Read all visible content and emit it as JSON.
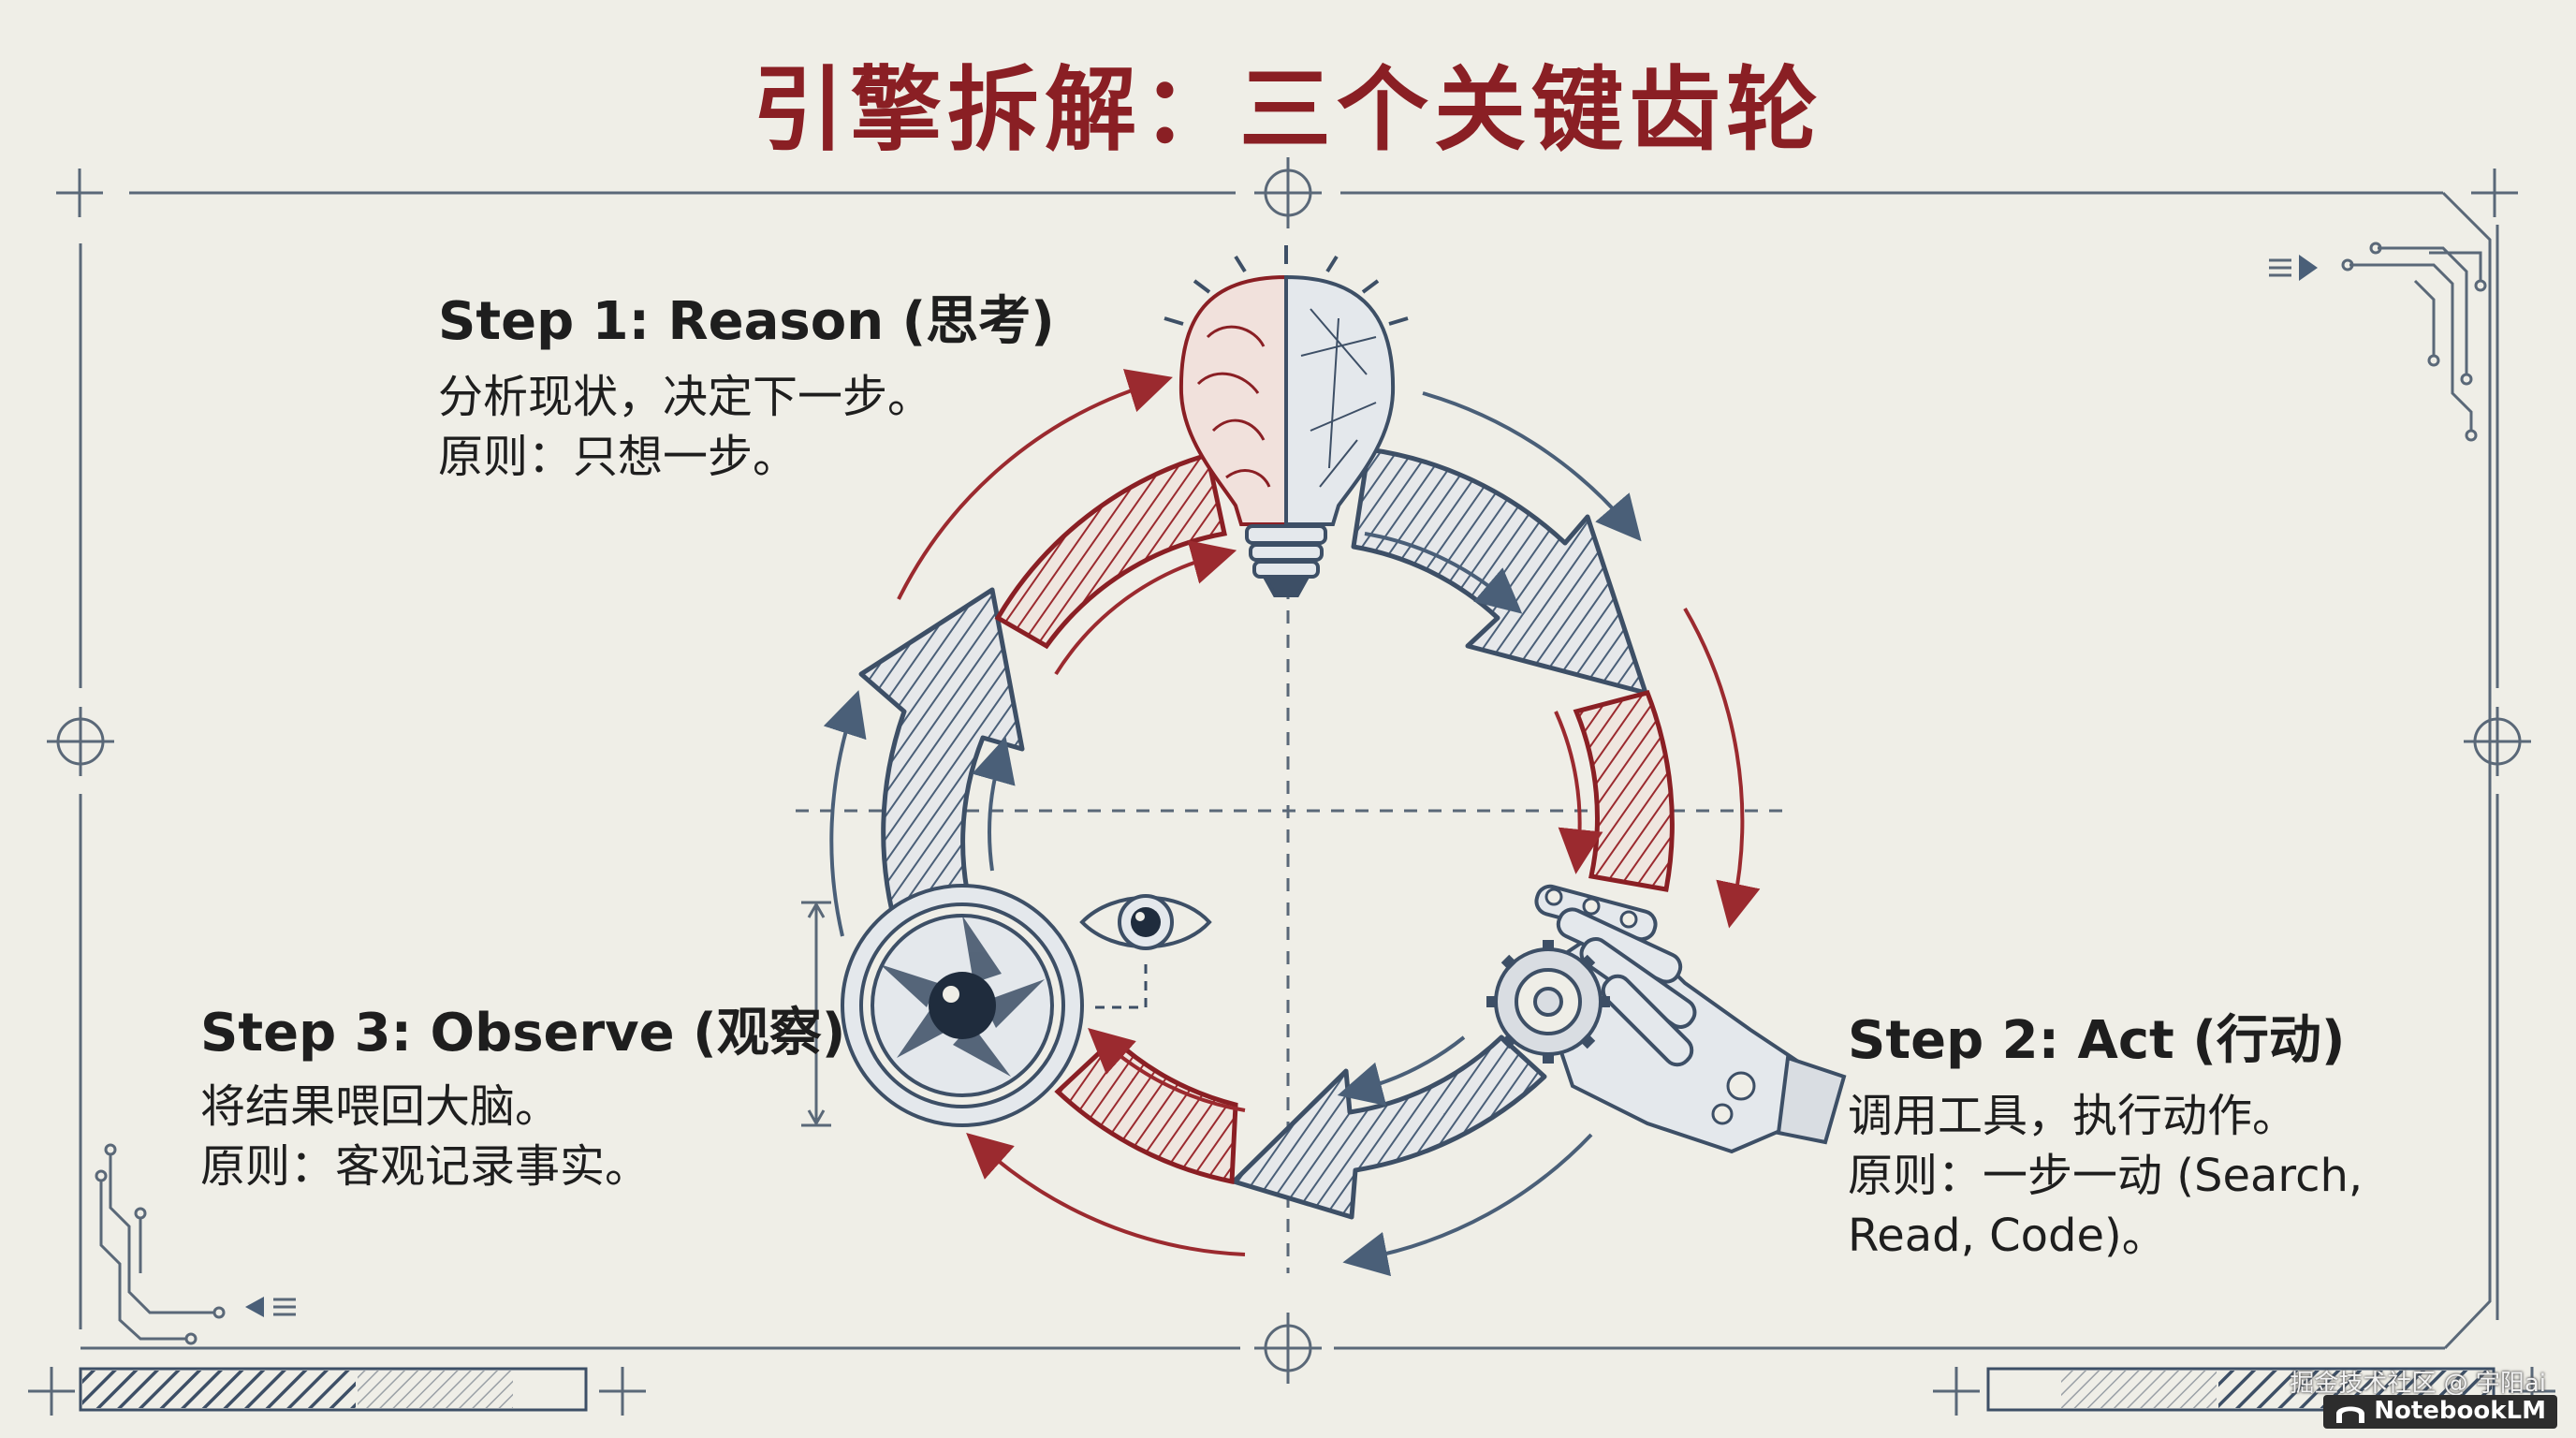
{
  "title": "引擎拆解：三个关键齿轮",
  "steps": [
    {
      "heading": "Step 1: Reason (思考)",
      "lines": [
        "分析现状，决定下一步。",
        "原则：只想一步。"
      ],
      "icon": "lightbulb-brain-icon"
    },
    {
      "heading": "Step 2: Act (行动)",
      "lines": [
        "调用工具，执行动作。",
        "原则：一步一动 (Search,",
        "Read, Code)。"
      ],
      "icon": "robot-hand-gear-icon"
    },
    {
      "heading": "Step 3: Observe (观察)",
      "lines": [
        "将结果喂回大脑。",
        "原则：客观记录事实。"
      ],
      "icon": "camera-aperture-eye-icon"
    }
  ],
  "watermark": "掘金技术社区 @ 宇阳ai",
  "badge": "NotebookLM",
  "colors": {
    "accent_red": "#8a1f24",
    "accent_blue": "#4a5f78",
    "text": "#1e1e1e",
    "background": "#efeee7"
  }
}
